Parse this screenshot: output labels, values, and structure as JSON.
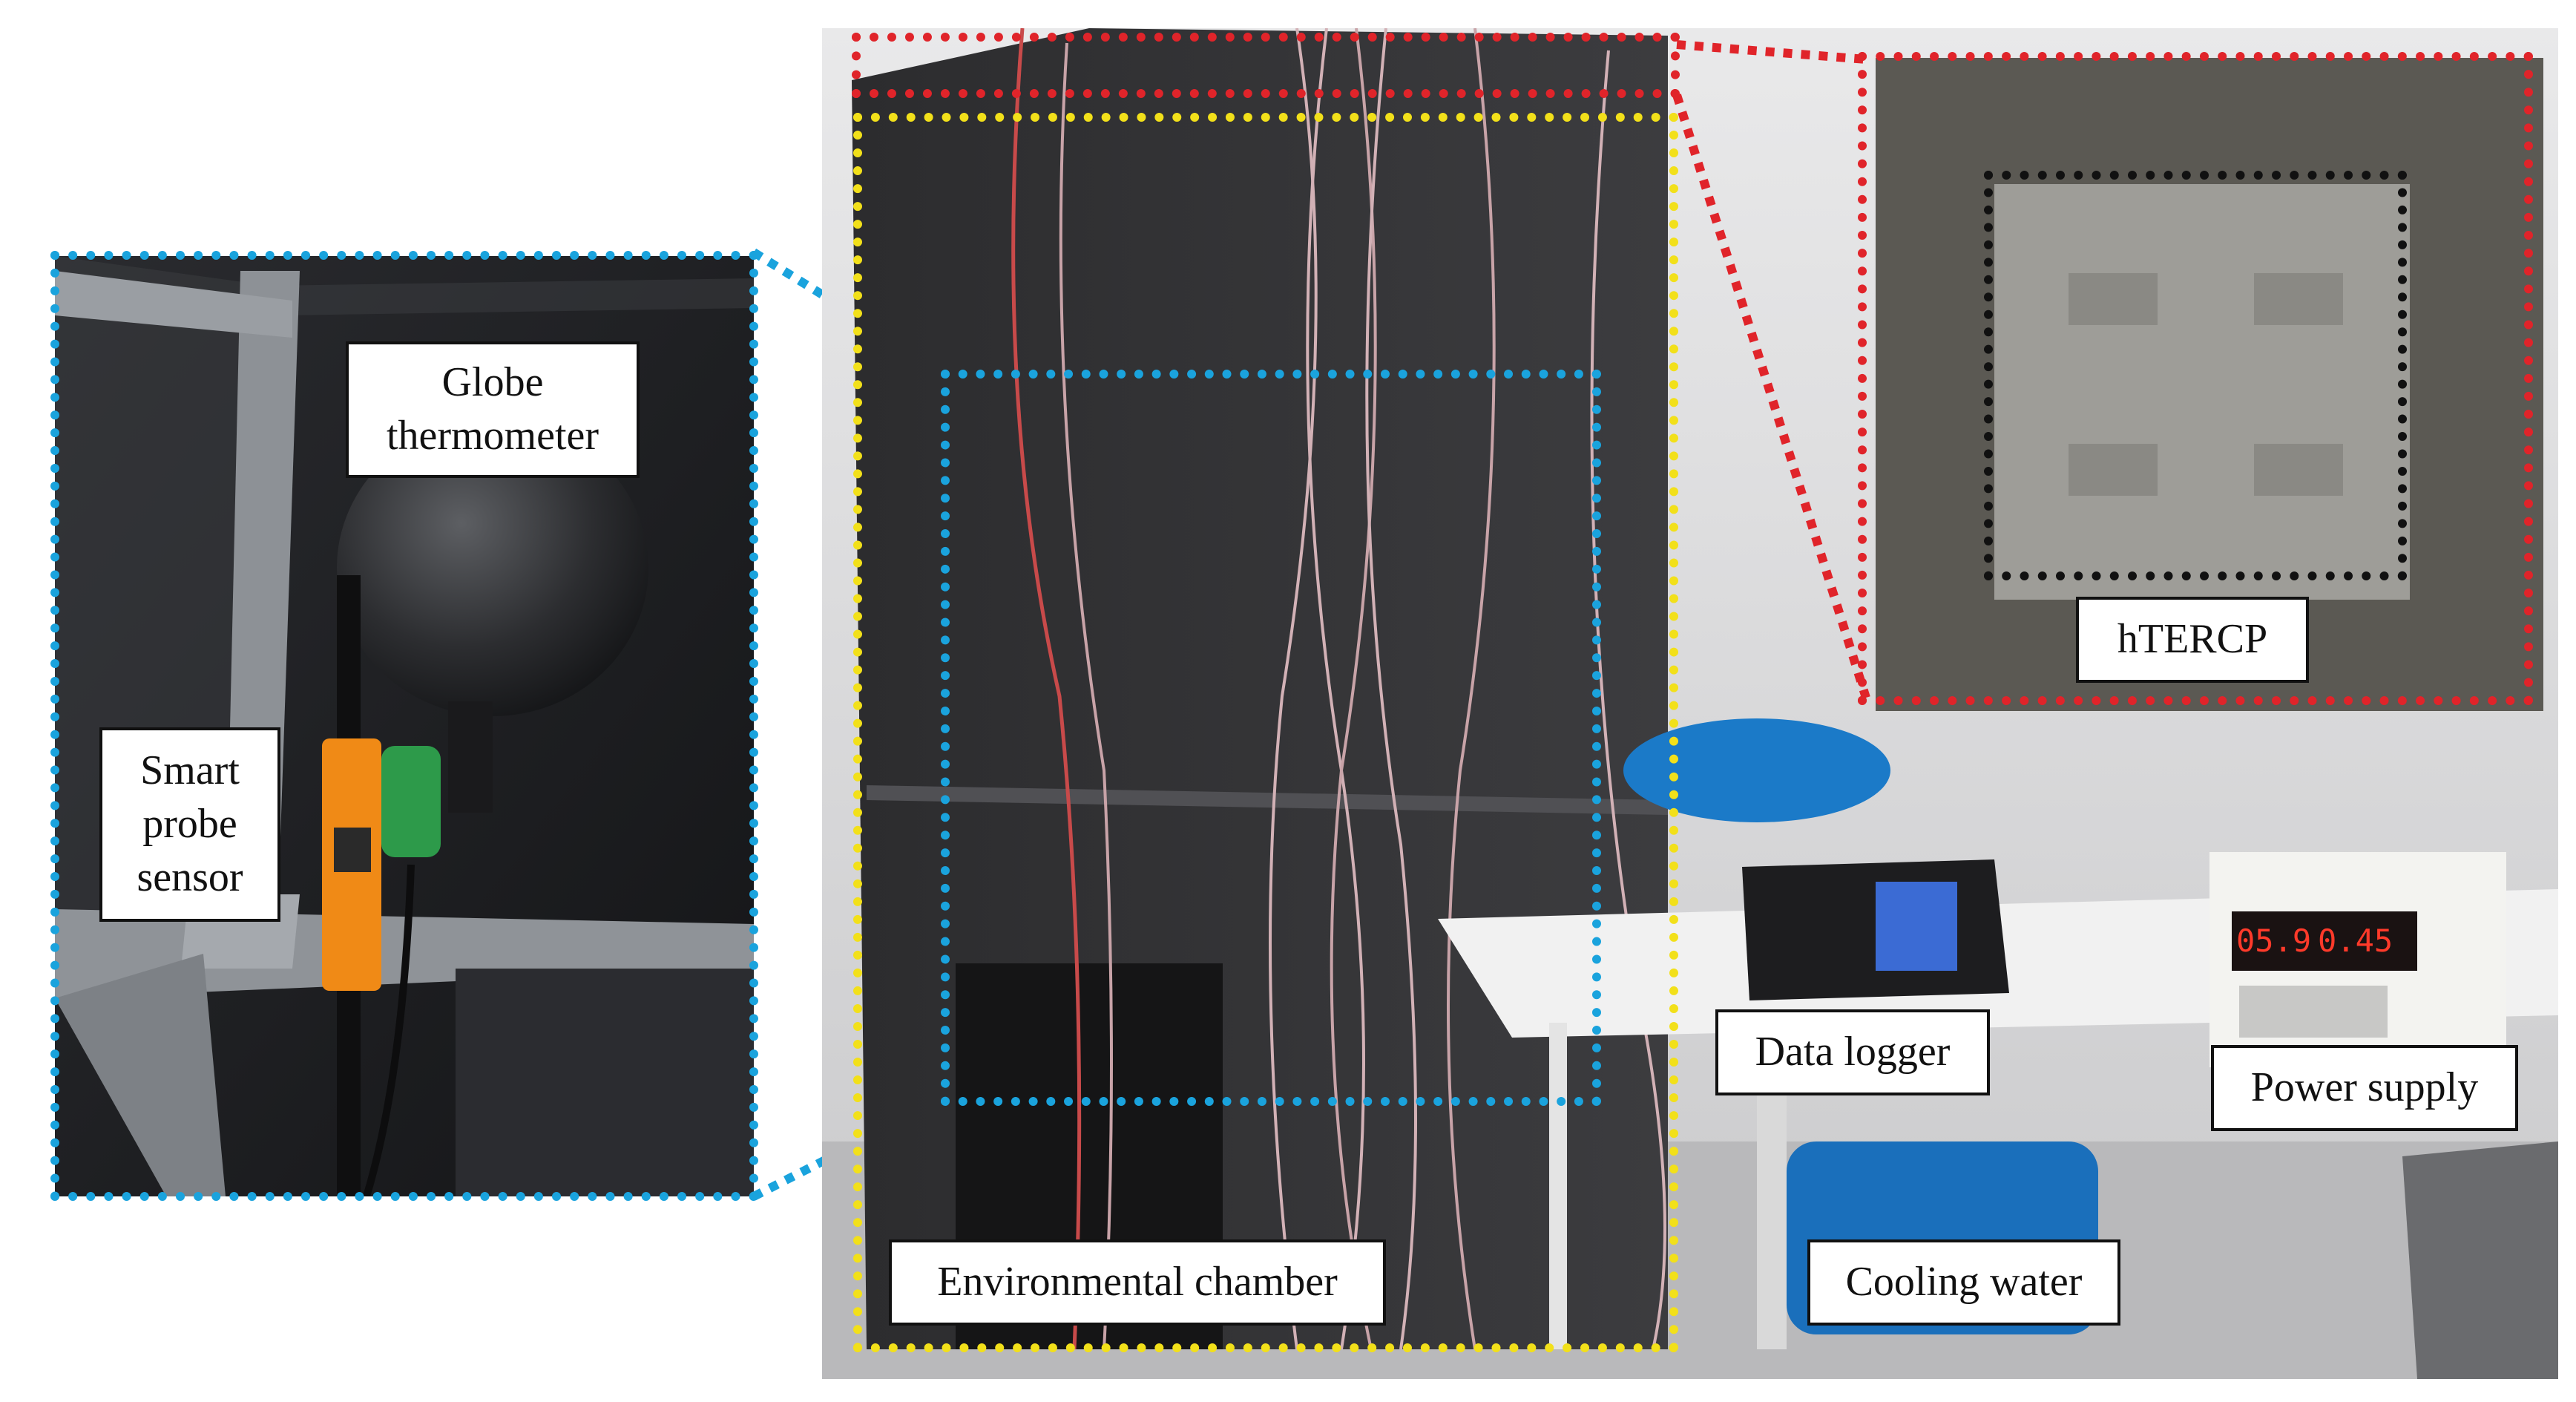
{
  "figure": {
    "labels": {
      "globe_thermometer": "Globe thermometer",
      "smart_probe_sensor": "Smart probe sensor",
      "htercp": "hTERCP",
      "data_logger": "Data logger",
      "power_supply": "Power supply",
      "environmental_chamber": "Environmental chamber",
      "cooling_water": "Cooling water"
    },
    "power_supply_display": {
      "voltage": "05.9",
      "current": "0.45"
    },
    "colors": {
      "inset_outline": "#1aa3dd",
      "panel_outline": "#e0242a",
      "chamber_outline": "#f2e01a",
      "hercp_outline": "#111111"
    }
  }
}
